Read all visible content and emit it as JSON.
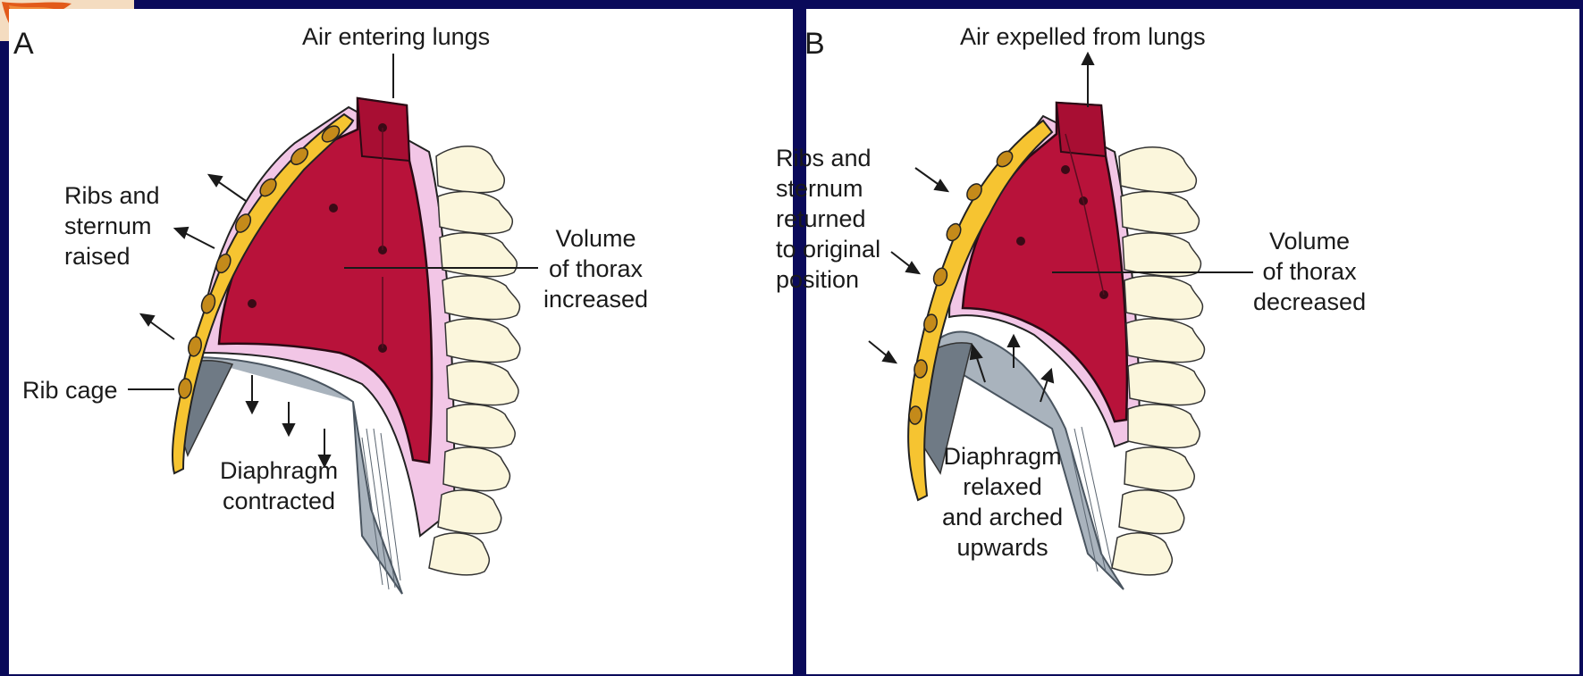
{
  "colors": {
    "background": "#0a0a5a",
    "panel": "#ffffff",
    "lung": "#b8123a",
    "pleura": "#f2c6e6",
    "ribs": "#f6c431",
    "vertebrae": "#fbf6dc",
    "diaphragm": "#a9b3bd"
  },
  "panel_a": {
    "letter": "A",
    "air_label": "Air entering lungs",
    "ribs_label": [
      "Ribs and",
      "sternum",
      "raised"
    ],
    "volume_label": [
      "Volume",
      "of thorax",
      "increased"
    ],
    "rib_cage_label": "Rib cage",
    "diaphragm_label": [
      "Diaphragm",
      "contracted"
    ]
  },
  "panel_b": {
    "letter": "B",
    "air_label": "Air expelled from lungs",
    "ribs_label": [
      "Ribs and",
      "sternum",
      "returned",
      "to original",
      "position"
    ],
    "volume_label": [
      "Volume",
      "of thorax",
      "decreased"
    ],
    "diaphragm_label": [
      "Diaphragm",
      "relaxed",
      "and arched",
      "upwards"
    ]
  }
}
